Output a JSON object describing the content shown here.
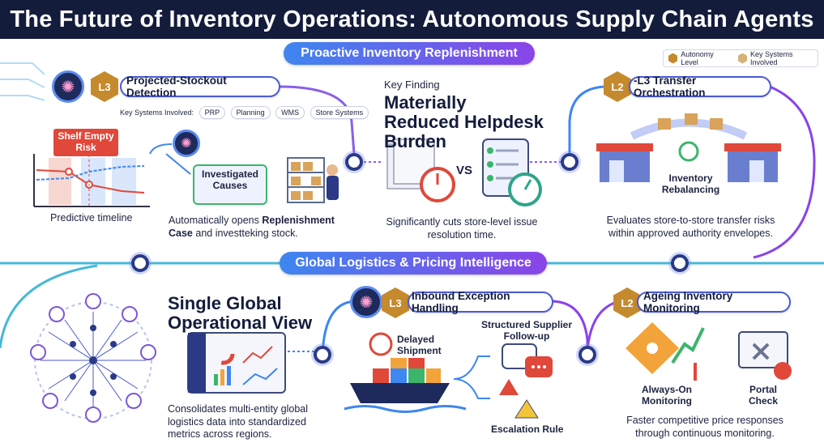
{
  "title": "The Future of Inventory Operations: Autonomous Supply Chain Agents",
  "legend": {
    "autonomy_level": "Autonomy Level",
    "key_systems": "Key Systems Involved"
  },
  "section1": {
    "banner": "Proactive Inventory Replenishment"
  },
  "section2": {
    "banner": "Global Logistics & Pricing Intelligence"
  },
  "stockout": {
    "level": "L3",
    "title": "Projected-Stockout Detection",
    "systems_label": "Key Systems Involved:",
    "systems": [
      "PRP",
      "Planning",
      "WMS",
      "Store Systems"
    ],
    "alert": "Shelf Empty Risk",
    "timeline_label": "Predictive timeline",
    "investigated": "Investigated Causes",
    "desc_a": "Automatically opens ",
    "desc_b": "Replenishment Case",
    "desc_c": " and investteking stock."
  },
  "finding": {
    "kicker": "Key Finding",
    "headline": "Materially Reduced Helpdesk Burden",
    "vs": "VS",
    "desc": "Significantly cuts store-level issue resolution time."
  },
  "transfer": {
    "level": "L2",
    "title": "-L3  Transfer Orchestration",
    "center_label": "Inventory Rebalancing",
    "desc": "Evaluates store-to-store transfer risks within approved authority envelopes."
  },
  "global_view": {
    "headline": "Single Global Operational View",
    "desc": "Consolidates multi-entity global logistics data into standardized metrics across regions."
  },
  "inbound": {
    "level": "L3",
    "title": "Inbound Exception Handling",
    "delayed": "Delayed Shipment",
    "followup": "Structured Supplier Follow-up",
    "escalation": "Escalation Rule"
  },
  "ageing": {
    "level": "L2",
    "title": "Ageing Inventory Monitoring",
    "always_on": "Always-On Monitoring",
    "portal": "Portal Check",
    "desc": "Faster competitive price responses through continuous monitoring."
  },
  "colors": {
    "navy": "#141c3c",
    "blue": "#3e86f0",
    "purple": "#8a44e8",
    "gold": "#c58a2e",
    "red": "#e0483a"
  }
}
